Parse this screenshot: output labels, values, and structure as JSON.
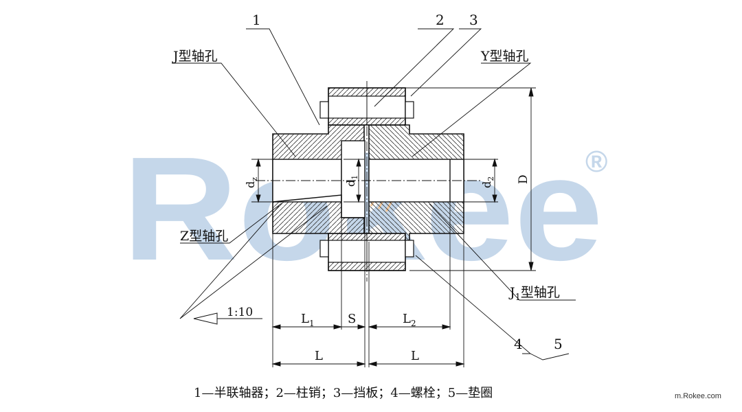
{
  "watermark": {
    "text": "Rokee",
    "registered": "®",
    "color": "#c5d7ea"
  },
  "parts": {
    "p1": "1",
    "p2": "2",
    "p3": "3",
    "p4": "4",
    "p5": "5"
  },
  "bores": {
    "j": "J型轴孔",
    "y": "Y型轴孔",
    "z": "Z型轴孔",
    "j1_prefix": "J",
    "j1_sub": "1",
    "j1_suffix": "型轴孔"
  },
  "dims": {
    "d": "d",
    "sub_z": "z",
    "sub_1": "1",
    "sub_2": "2",
    "D": "D",
    "L": "L",
    "L1_sub": "1",
    "L2_sub": "2",
    "S": "S",
    "taper": "1:10"
  },
  "caption": "1—半联轴器；2—柱销；3—挡板；4—螺栓；5—垫圈",
  "site": "m.Rokee.com"
}
